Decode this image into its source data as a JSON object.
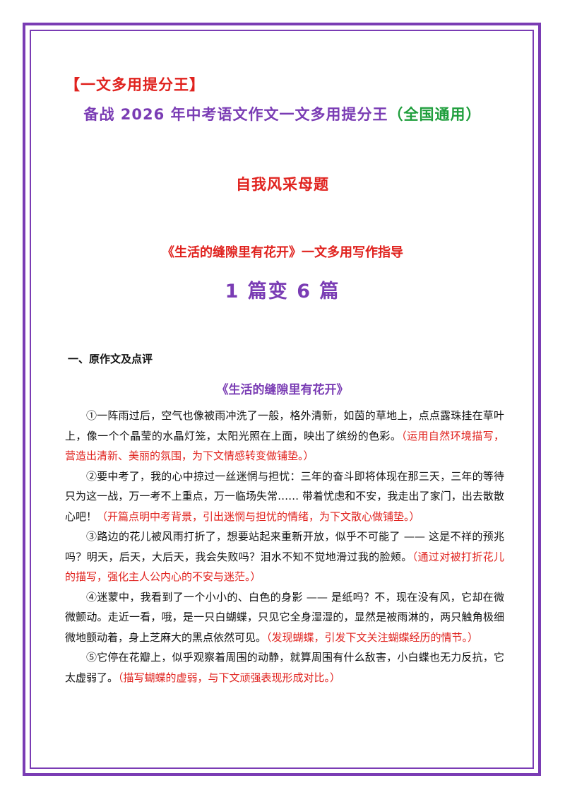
{
  "header": {
    "tag": "【一文多用提分王】",
    "title_main": "备战 2026 年中考语文作文一文多用提分王",
    "title_suffix": "（全国通用）",
    "topic": "自我风采母题",
    "guide": "《生活的缝隙里有花开》一文多用写作指导",
    "transform": "1 篇变 6 篇"
  },
  "section": {
    "heading": "一、原作文及点评",
    "essay_title": "《生活的缝隙里有花开》"
  },
  "paragraphs": [
    {
      "text": "①一阵雨过后，空气也像被雨冲洗了一般，格外清新，如茵的草地上，点点露珠挂在草叶上，像一个个晶莹的水晶灯笼，太阳光照在上面，映出了缤纷的色彩。",
      "comment": "（运用自然环境描写，营造出清新、美丽的氛围，为下文情感转变做铺垫。）"
    },
    {
      "text": "②要中考了，我的心中掠过一丝迷惘与担忧：三年的奋斗即将体现在那三天，三年的等待只为这一战，万一考不上重点，万一临场失常…… 带着忧虑和不安，我走出了家门，出去散散心吧！",
      "comment": "（开篇点明中考背景，引出迷惘与担忧的情绪，为下文散心做铺垫。）"
    },
    {
      "text": "③路边的花儿被风雨打折了，想要站起来重新开放，似乎不可能了 —— 这是不祥的预兆吗？明天，后天，大后天，我会失败吗？泪水不知不觉地滑过我的脸颊。",
      "comment": "（通过对被打折花儿的描写，强化主人公内心的不安与迷茫。）"
    },
    {
      "text": "④迷蒙中，我看到了一个小小的、白色的身影 —— 是纸吗？不，现在没有风，它却在微微颤动。走近一看，哦，是一只白蝴蝶，只见它全身湿湿的，显然是被雨淋的，两只触角极细微地颤动着，身上芝麻大的黑点依然可见。",
      "comment": "（发现蝴蝶，引发下文关注蝴蝶经历的情节。）"
    },
    {
      "text": "⑤它停在花瓣上，似乎观察着周围的动静，就算周围有什么敌害，小白蝶也无力反抗，它太虚弱了。",
      "comment": "（描写蝴蝶的虚弱，与下文顽强表现形成对比。）"
    }
  ],
  "colors": {
    "frame": "#7a3cb4",
    "title_purple": "#7a3cb4",
    "title_green": "#1f9e3c",
    "accent_red": "#e0221e",
    "body": "#111111"
  }
}
